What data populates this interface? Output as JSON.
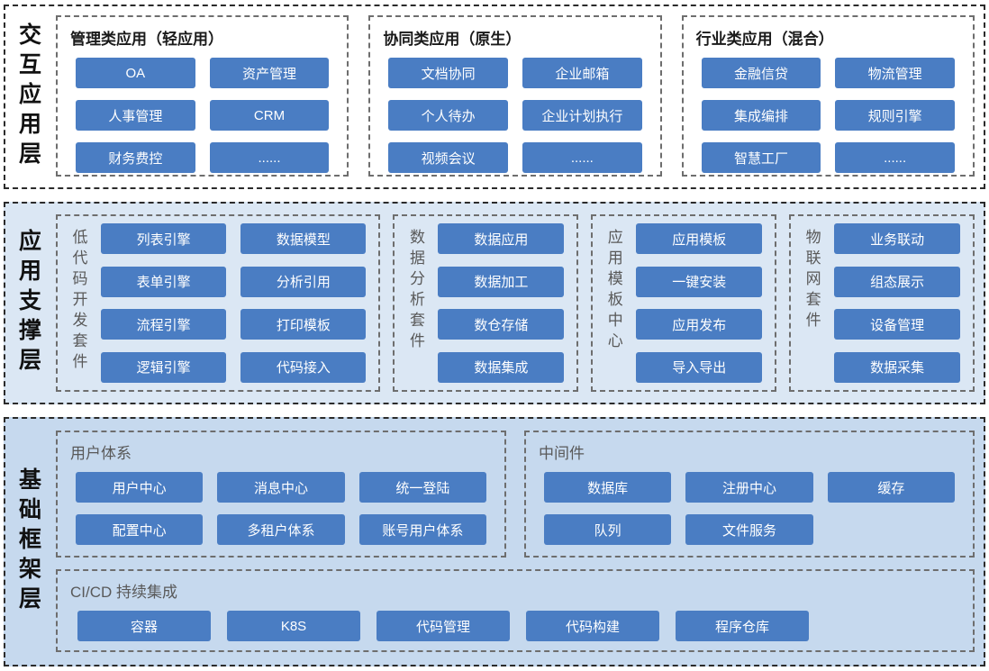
{
  "colors": {
    "button_blue": "#4a7dc3",
    "support_layer_bg": "#dbe7f4",
    "framework_layer_bg": "#c6d9ee",
    "label_gray": "#595959"
  },
  "diagram": {
    "layers": [
      {
        "label": "交互应用层",
        "sections": [
          {
            "title": "管理类应用（轻应用）",
            "items": [
              "OA",
              "资产管理",
              "人事管理",
              "CRM",
              "财务费控",
              "......"
            ]
          },
          {
            "title": "协同类应用（原生）",
            "items": [
              "文档协同",
              "企业邮箱",
              "个人待办",
              "企业计划执行",
              "视频会议",
              "......"
            ]
          },
          {
            "title": "行业类应用（混合）",
            "items": [
              "金融信贷",
              "物流管理",
              "集成编排",
              "规则引擎",
              "智慧工厂",
              "......"
            ]
          }
        ]
      },
      {
        "label": "应用支撑层",
        "kits": [
          {
            "title": "低代码开发套件",
            "columns": 2,
            "items": [
              "列表引擎",
              "数据模型",
              "表单引擎",
              "分析引用",
              "流程引擎",
              "打印模板",
              "逻辑引擎",
              "代码接入"
            ]
          },
          {
            "title": "数据分析套件",
            "columns": 1,
            "items": [
              "数据应用",
              "数据加工",
              "数仓存储",
              "数据集成"
            ]
          },
          {
            "title": "应用模板中心",
            "columns": 1,
            "items": [
              "应用模板",
              "一键安装",
              "应用发布",
              "导入导出"
            ]
          },
          {
            "title": "物联网套件",
            "columns": 1,
            "items": [
              "业务联动",
              "组态展示",
              "设备管理",
              "数据采集"
            ]
          }
        ]
      },
      {
        "label": "基础框架层",
        "sections": [
          {
            "title": "用户体系",
            "items": [
              "用户中心",
              "消息中心",
              "统一登陆",
              "配置中心",
              "多租户体系",
              "账号用户体系"
            ]
          },
          {
            "title": "中间件",
            "items": [
              "数据库",
              "注册中心",
              "缓存",
              "队列",
              "文件服务"
            ]
          },
          {
            "title": "CI/CD 持续集成",
            "items": [
              "容器",
              "K8S",
              "代码管理",
              "代码构建",
              "程序仓库"
            ]
          }
        ]
      }
    ]
  }
}
